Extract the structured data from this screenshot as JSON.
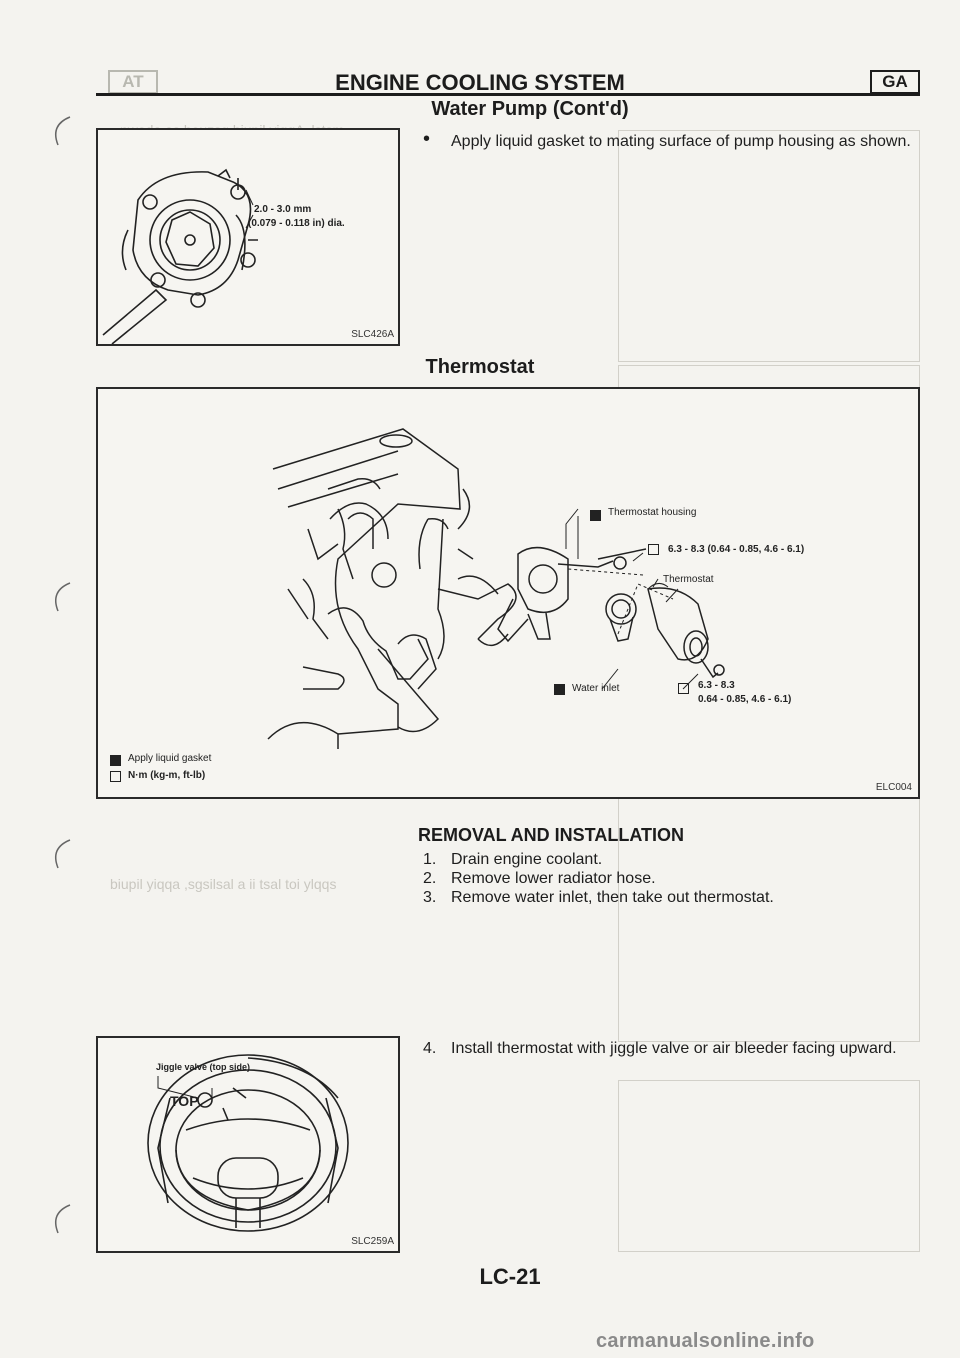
{
  "header": {
    "left_tag": "AT",
    "section_title": "ENGINE COOLING SYSTEM",
    "right_tag": "GA",
    "subtitle": "Water Pump (Cont'd)"
  },
  "water_pump": {
    "figure_code": "SLC426A",
    "dimension_line1": "2.0 - 3.0 mm",
    "dimension_line2": "(0.079 - 0.118 in) dia.",
    "instruction": "Apply liquid gasket to mating surface of pump housing as shown."
  },
  "thermostat": {
    "heading": "Thermostat",
    "figure_code": "ELC004",
    "labels": {
      "housing": "Thermostat housing",
      "torque_1": "6.3 - 8.3 (0.64 - 0.85, 4.6 - 6.1)",
      "thermostat": "Thermostat",
      "water_inlet": "Water inlet",
      "torque_2_line1": "6.3 - 8.3",
      "torque_2_line2": "0.64 - 0.85, 4.6 - 6.1)"
    },
    "legend": {
      "gasket": "Apply liquid gasket",
      "torque_units": "N·m (kg-m, ft-lb)"
    }
  },
  "removal": {
    "heading": "REMOVAL AND INSTALLATION",
    "steps": [
      {
        "num": "1.",
        "text": "Drain engine coolant."
      },
      {
        "num": "2.",
        "text": "Remove lower radiator hose."
      },
      {
        "num": "3.",
        "text": "Remove water inlet, then take out thermostat."
      }
    ],
    "step4_num": "4.",
    "step4_text": "Install thermostat with jiggle valve or air bleeder facing upward.",
    "figure_code": "SLC259A",
    "jiggle_label": "Jiggle valve (top side)",
    "top_text": "TOP"
  },
  "footer": {
    "page_number": "LC-21",
    "watermark": "carmanualsonline.info"
  }
}
